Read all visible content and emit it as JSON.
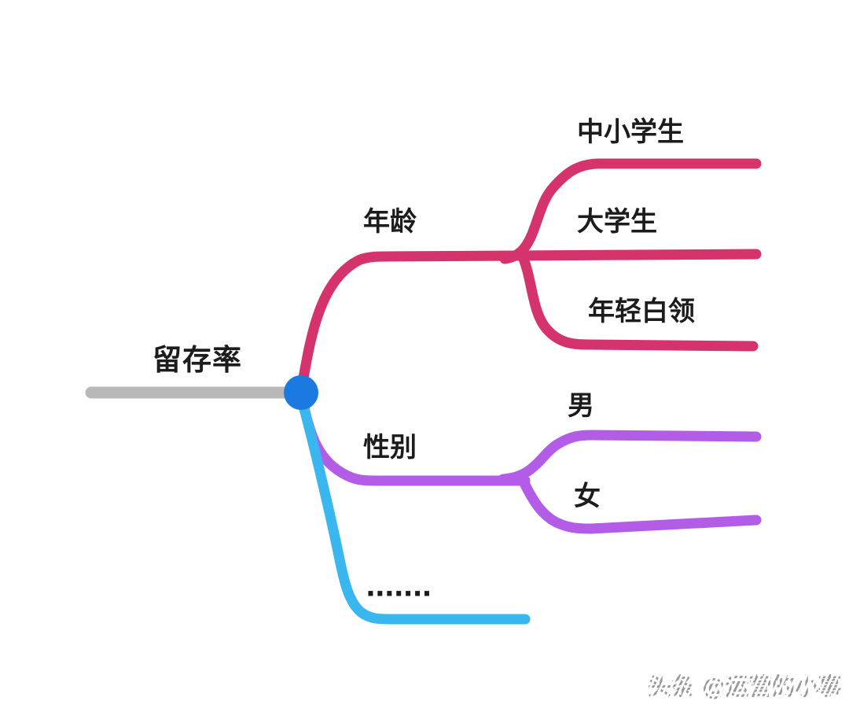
{
  "mindmap": {
    "root": {
      "label": "留存率"
    },
    "branches": [
      {
        "label": "年龄",
        "children": [
          "中小学生",
          "大学生",
          "年轻白领"
        ]
      },
      {
        "label": "性别",
        "children": [
          "男",
          "女"
        ]
      },
      {
        "label": "·······",
        "children": []
      }
    ],
    "colors": {
      "root_line": "#b9b9b9",
      "age_branch": "#d5336b",
      "gender_branch": "#b35ce8",
      "other_branch": "#3ab7ef",
      "junction_dot": "#1a7ae0"
    }
  },
  "watermark": {
    "text": "头条 @运营的小事"
  }
}
